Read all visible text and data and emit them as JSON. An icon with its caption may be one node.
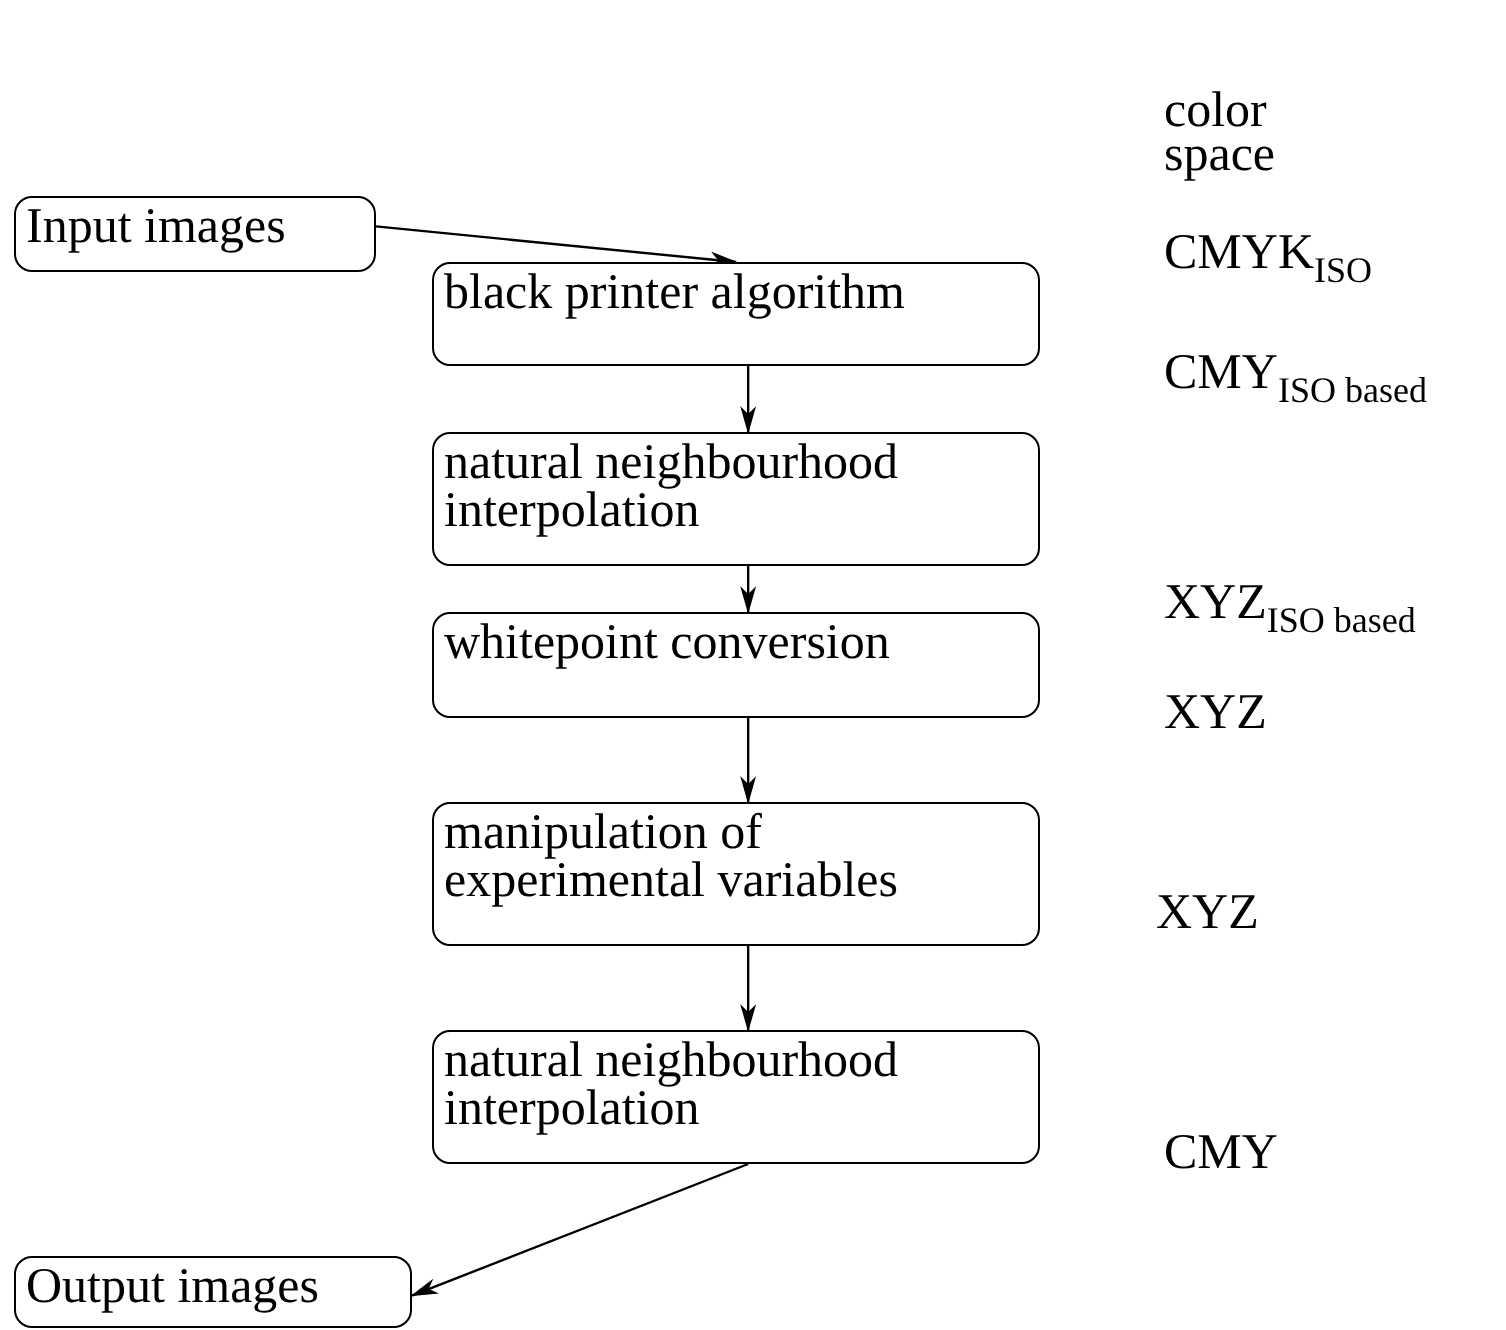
{
  "diagram": {
    "nodes": [
      {
        "text": [
          "Input images"
        ]
      },
      {
        "text": [
          "black printer algorithm"
        ]
      },
      {
        "text": [
          "natural neighbourhood interpolation"
        ]
      },
      {
        "text": [
          "whitepoint conversion"
        ]
      },
      {
        "text": [
          "manipulation of experimental variables"
        ]
      },
      {
        "text": [
          "natural neighbourhood interpolation"
        ]
      },
      {
        "text": [
          "Output images"
        ]
      }
    ],
    "edges": [
      {
        "from": 0,
        "to": 1,
        "arrow": "to"
      },
      {
        "from": 1,
        "to": 2,
        "arrow": "to"
      },
      {
        "from": 2,
        "to": 3,
        "arrow": "to"
      },
      {
        "from": 3,
        "to": 4,
        "arrow": "to"
      },
      {
        "from": 4,
        "to": 5,
        "arrow": "to"
      },
      {
        "from": 5,
        "to": 6,
        "arrow": "to"
      }
    ],
    "labels": [
      "color space",
      "CMYK$_{ISO}$",
      "CMY$_{ISO based}$",
      "XYZ$_{ISO based}$",
      "XYZ",
      "XYZ",
      "CMY"
    ]
  }
}
